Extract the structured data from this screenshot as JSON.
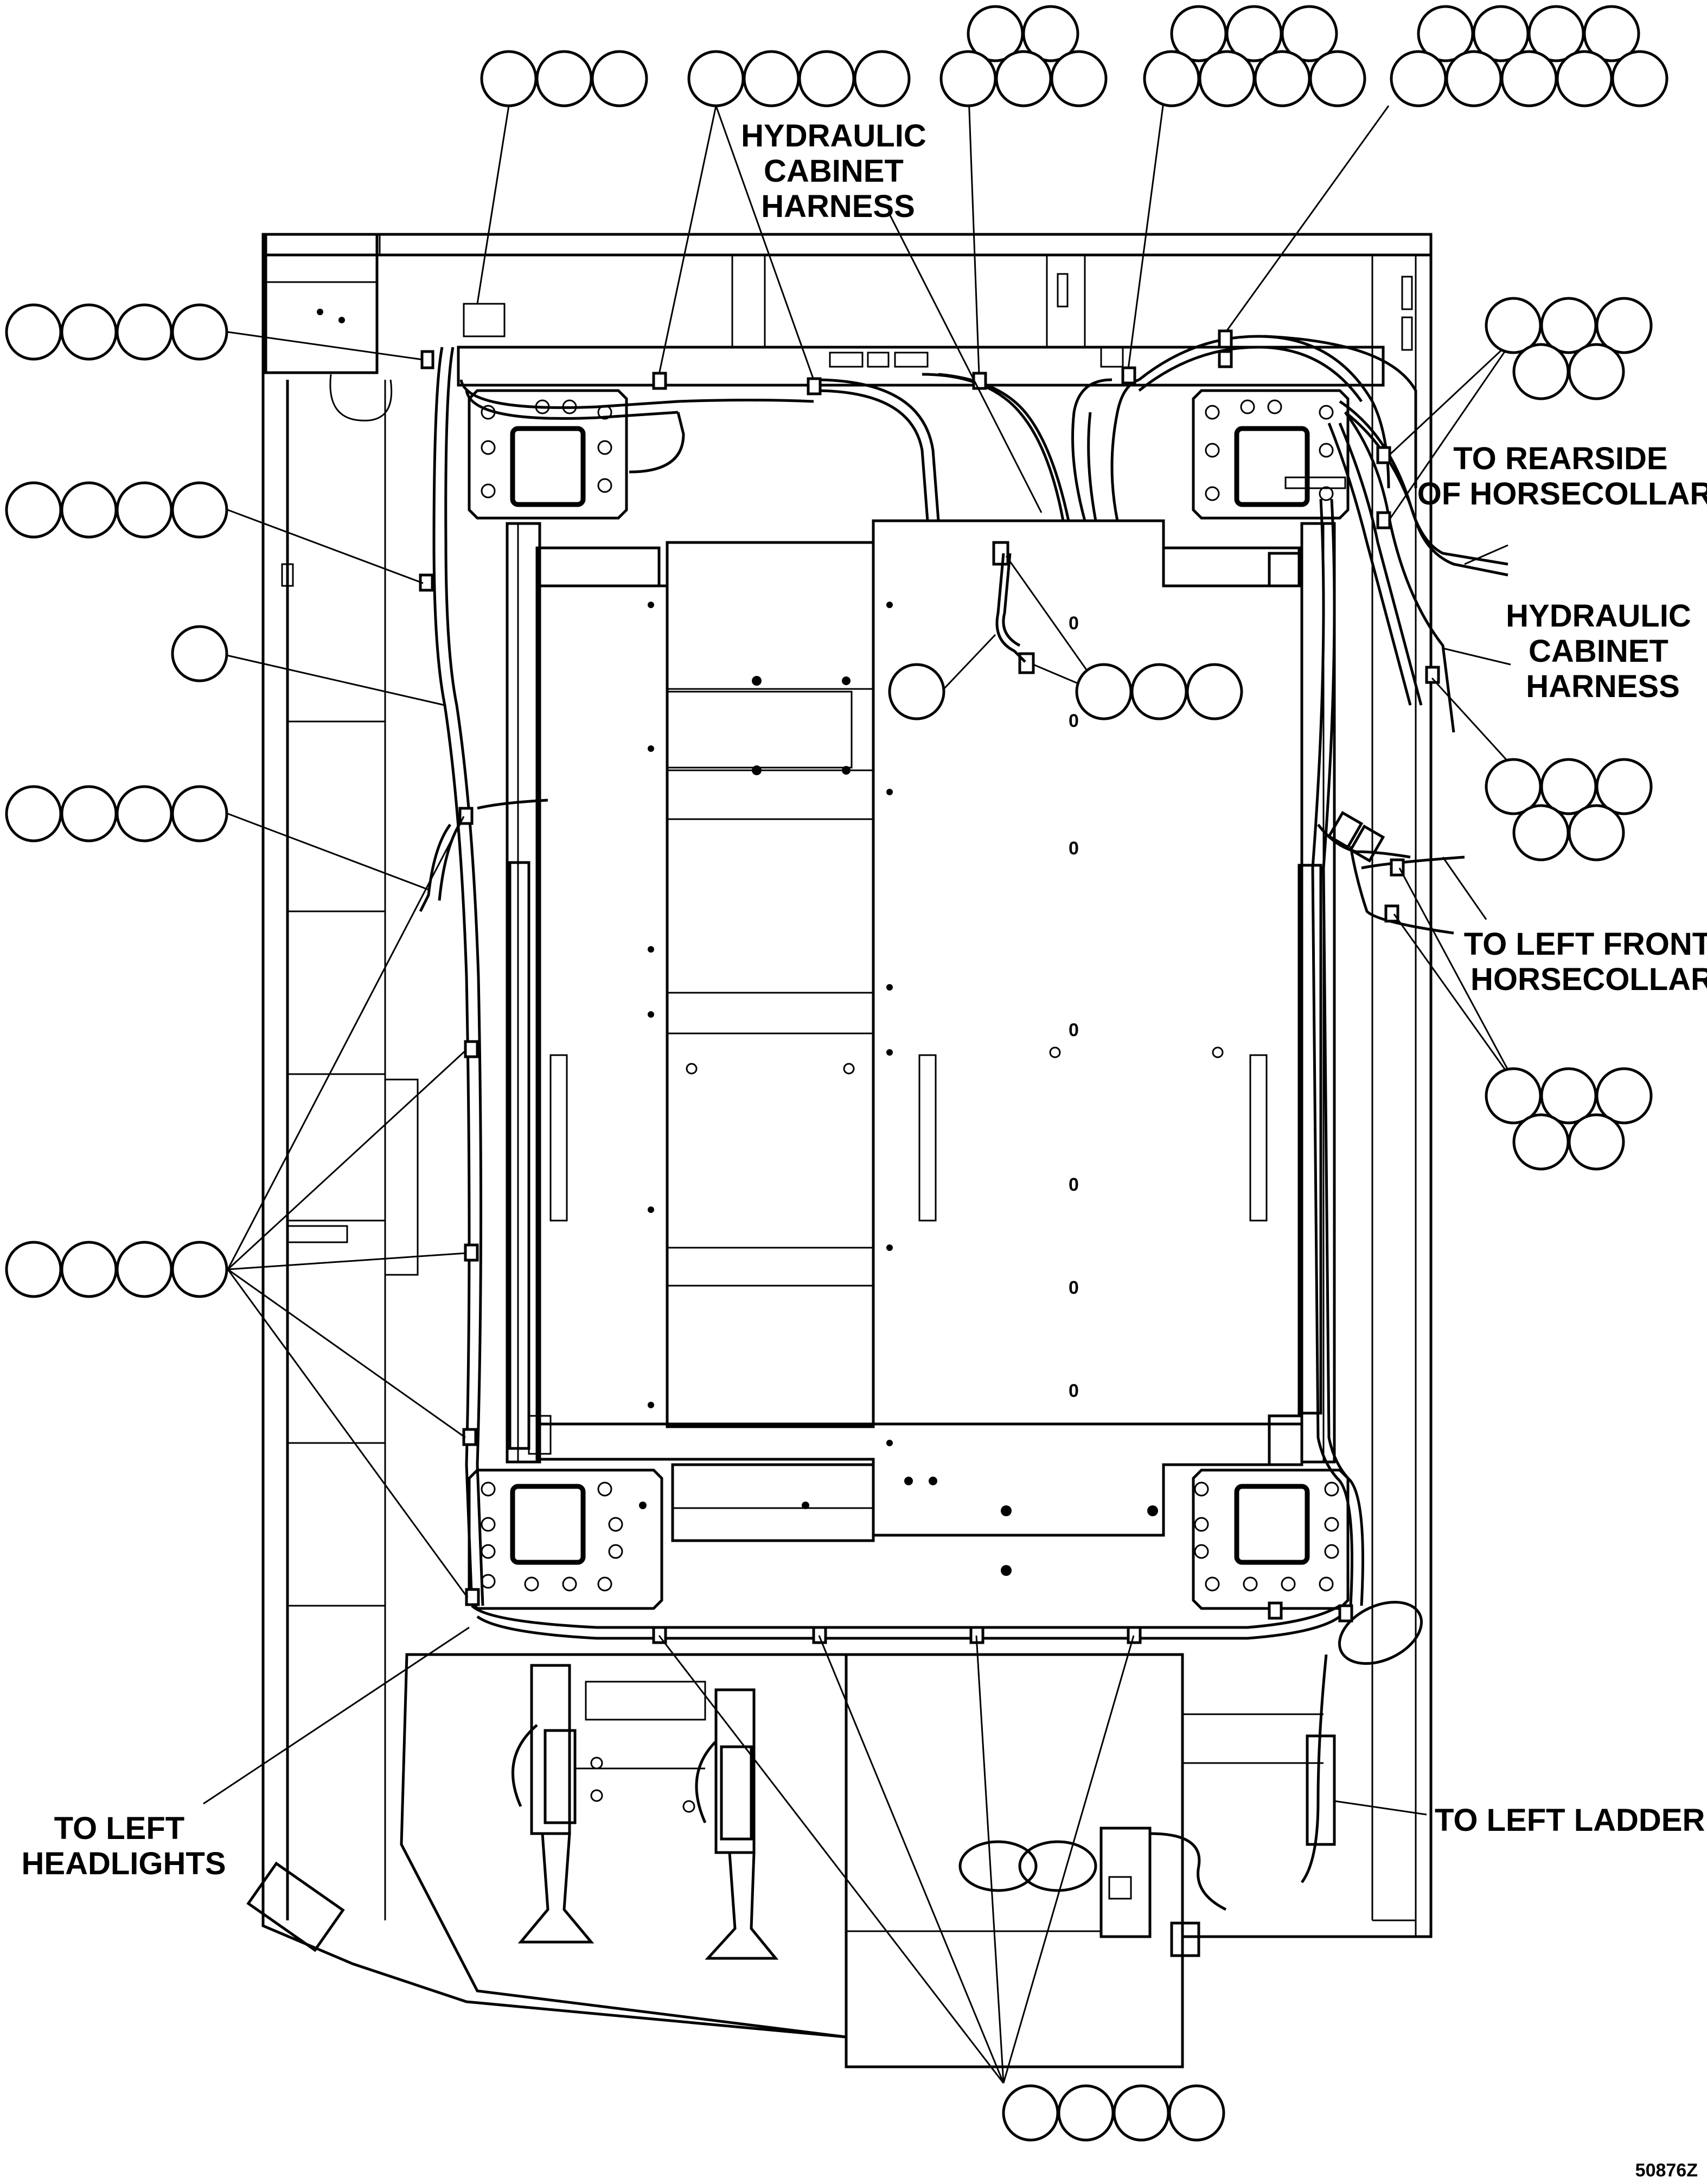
{
  "labels": {
    "hyd_top": [
      "HYDRAULIC",
      "CABINET",
      "HARNESS"
    ],
    "hyd_right": [
      "HYDRAULIC",
      "CABINET",
      "HARNESS"
    ],
    "rearside": [
      "TO REARSIDE",
      "OF HORSECOLLAR"
    ],
    "left_front": [
      "TO LEFT FRONT",
      "HORSECOLLAR"
    ],
    "left_ladder": "TO LEFT LADDER",
    "left_headlights": [
      "TO LEFT",
      "HEADLIGHTS"
    ],
    "figure_number": "50876Z"
  },
  "callout_groups": [
    {
      "name": "callout-top-3"
    },
    {
      "name": "callout-top-4"
    },
    {
      "name": "callout-top-6a"
    },
    {
      "name": "callout-top-7"
    },
    {
      "name": "callout-top-9"
    },
    {
      "name": "callout-left-4a"
    },
    {
      "name": "callout-left-4b"
    },
    {
      "name": "callout-left-1"
    },
    {
      "name": "callout-left-4c"
    },
    {
      "name": "callout-left-4d"
    },
    {
      "name": "callout-right-5a"
    },
    {
      "name": "callout-right-5b"
    },
    {
      "name": "callout-right-5c"
    },
    {
      "name": "callout-center-1"
    },
    {
      "name": "callout-center-3"
    },
    {
      "name": "callout-bottom-4"
    }
  ]
}
